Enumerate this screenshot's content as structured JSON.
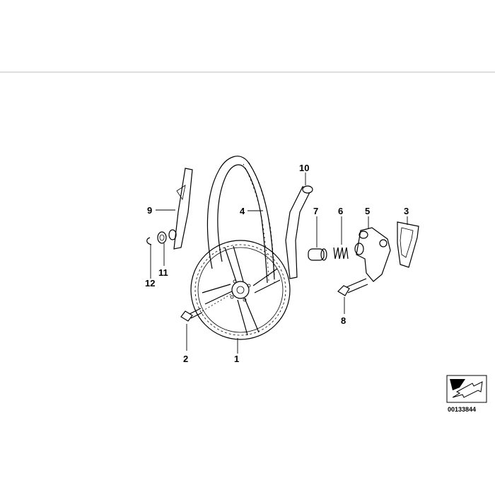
{
  "diagram": {
    "reference_number": "00133844",
    "callouts": [
      {
        "id": "1",
        "label": "1"
      },
      {
        "id": "2",
        "label": "2"
      },
      {
        "id": "3",
        "label": "3"
      },
      {
        "id": "4",
        "label": "4"
      },
      {
        "id": "5",
        "label": "5"
      },
      {
        "id": "6",
        "label": "6"
      },
      {
        "id": "7",
        "label": "7"
      },
      {
        "id": "8",
        "label": "8"
      },
      {
        "id": "9",
        "label": "9"
      },
      {
        "id": "10",
        "label": "10"
      },
      {
        "id": "11",
        "label": "11"
      },
      {
        "id": "12",
        "label": "12"
      }
    ],
    "colors": {
      "line": "#000000",
      "background": "#ffffff",
      "divider": "#bdbdbd"
    }
  }
}
